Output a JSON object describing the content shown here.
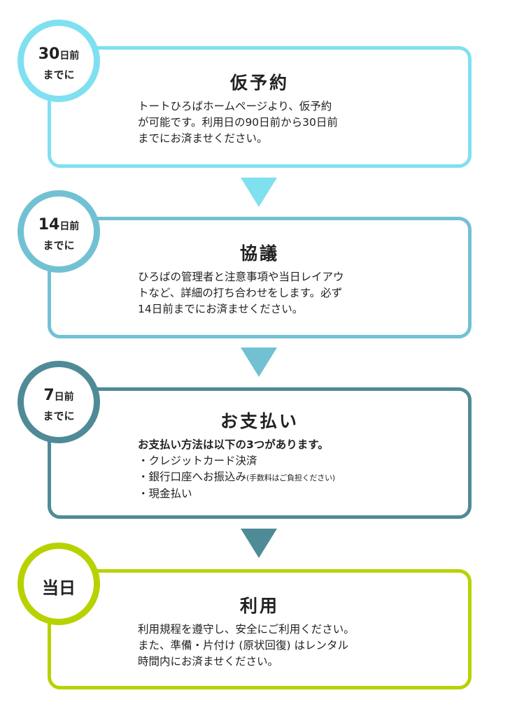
{
  "colors": {
    "step1": "#7fe0f0",
    "step2": "#72c1d3",
    "step3": "#4f8b96",
    "step4": "#b8d200"
  },
  "steps": [
    {
      "badge": {
        "number": "30",
        "unit": "日前",
        "line2": "までに"
      },
      "title": "仮予約",
      "desc": [
        "トートひろばホームページより、仮予約",
        "が可能です。利用日の90日前から30日前",
        "までにお済ませください。"
      ]
    },
    {
      "badge": {
        "number": "14",
        "unit": "日前",
        "line2": "までに"
      },
      "title": "協議",
      "desc": [
        "ひろばの管理者と注意事項や当日レイアウ",
        "トなど、詳細の打ち合わせをします。必ず",
        "14日前までにお済ませください。"
      ]
    },
    {
      "badge": {
        "number": "7",
        "unit": "日前",
        "line2": "までに"
      },
      "title": "お支払い",
      "desc_intro": "お支払い方法は以下の3つがあります。",
      "methods": [
        {
          "text": "・クレジットカード決済",
          "note": ""
        },
        {
          "text": "・銀行口座へお振込み",
          "note": "(手数料はご負担ください)"
        },
        {
          "text": "・現金払い",
          "note": ""
        }
      ]
    },
    {
      "badge": {
        "label": "当日"
      },
      "title": "利用",
      "desc": [
        "利用規程を遵守し、安全にご利用ください。",
        "また、準備・片付け (原状回復) はレンタル",
        "時間内にお済ませください。"
      ]
    }
  ]
}
